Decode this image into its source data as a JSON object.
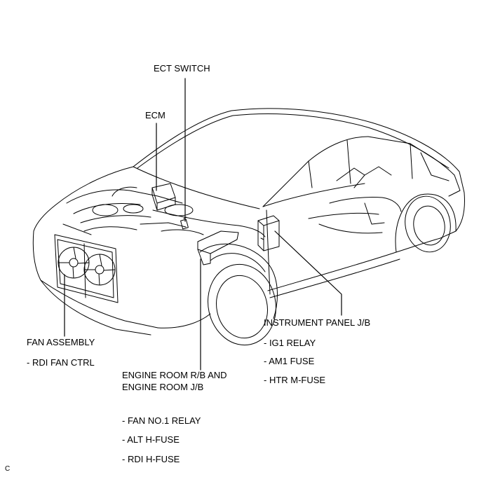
{
  "diagram": {
    "labels": {
      "ect_switch": "ECT SWITCH",
      "ecm": "ECM",
      "fan_assembly": {
        "title": "FAN ASSEMBLY",
        "items": [
          "- RDI FAN CTRL"
        ]
      },
      "engine_room": {
        "title_line1": "ENGINE ROOM R/B AND",
        "title_line2": "ENGINE ROOM J/B",
        "items": [
          "- FAN NO.1 RELAY",
          "- ALT H-FUSE",
          "- RDI H-FUSE"
        ]
      },
      "instrument_panel": {
        "title": "INSTRUMENT PANEL J/B",
        "items": [
          "- IG1 RELAY",
          "- AM1 FUSE",
          "- HTR M-FUSE"
        ]
      }
    },
    "figure_id": "C",
    "colors": {
      "line": "#000000",
      "background": "#ffffff"
    }
  }
}
